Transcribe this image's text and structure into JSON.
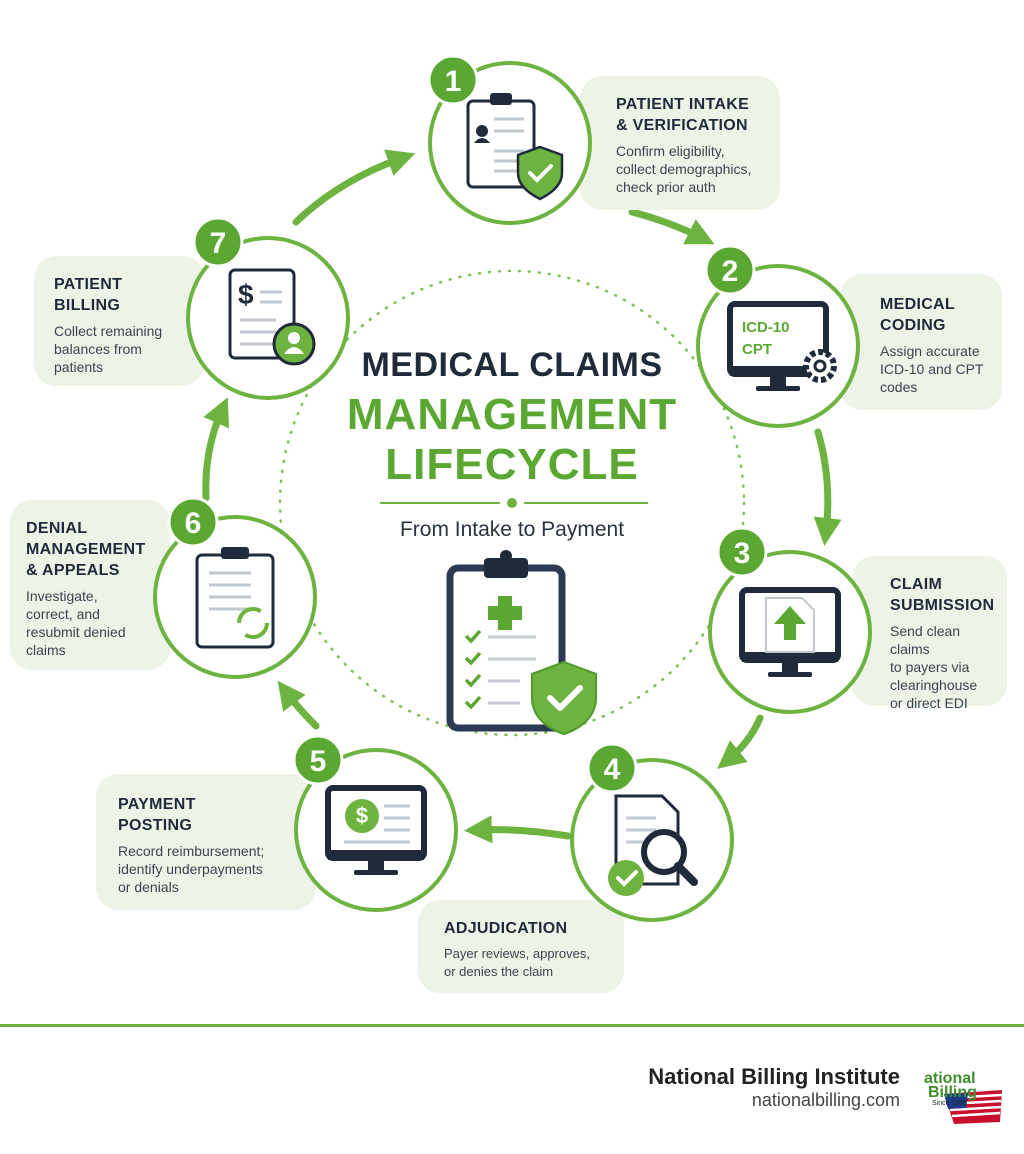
{
  "title": {
    "line1": "MEDICAL CLAIMS",
    "line2": "MANAGEMENT",
    "line3": "LIFECYCLE"
  },
  "subtitle": "From Intake to Payment",
  "steps": [
    {
      "number": "1",
      "title_lines": [
        "PATIENT INTAKE",
        "& VERIFICATION"
      ],
      "desc_lines": [
        "Confirm eligibility,",
        "collect demographics,",
        "check prior auth"
      ],
      "icon": "clipboard-shield-icon"
    },
    {
      "number": "2",
      "title_lines": [
        "MEDICAL",
        "CODING"
      ],
      "desc_lines": [
        "Assign accurate",
        "ICD-10 and CPT",
        "codes"
      ],
      "icon": "monitor-gear-icon",
      "screen_lines": [
        "ICD-10",
        "CPT"
      ]
    },
    {
      "number": "3",
      "title_lines": [
        "CLAIM",
        "SUBMISSION"
      ],
      "desc_lines": [
        "Send clean claims",
        "to payers via",
        "clearinghouse",
        "or direct EDI"
      ],
      "icon": "monitor-upload-icon"
    },
    {
      "number": "4",
      "title_lines": [
        "ADJUDICATION"
      ],
      "desc_lines": [
        "Payer reviews, approves,",
        "or denies the claim"
      ],
      "icon": "document-magnifier-icon"
    },
    {
      "number": "5",
      "title_lines": [
        "PAYMENT",
        "POSTING"
      ],
      "desc_lines": [
        "Record reimbursement;",
        "identify underpayments",
        "or denials"
      ],
      "icon": "monitor-dollar-icon"
    },
    {
      "number": "6",
      "title_lines": [
        "DENIAL",
        "MANAGEMENT",
        "& APPEALS"
      ],
      "desc_lines": [
        "Investigate,",
        "correct, and",
        "resubmit denied",
        "claims"
      ],
      "icon": "clipboard-refresh-icon"
    },
    {
      "number": "7",
      "title_lines": [
        "PATIENT",
        "BILLING"
      ],
      "desc_lines": [
        "Collect remaining",
        "balances from",
        "patients"
      ],
      "icon": "invoice-patient-icon"
    }
  ],
  "footer": {
    "name": "National Billing Institute",
    "url": "nationalbilling.com",
    "logo_lines": [
      "ational",
      "Billing",
      "Since 1995"
    ]
  },
  "colors": {
    "green": "#6cb33f",
    "dark_green": "#4f9a2a",
    "navy": "#1f2a3a",
    "panel": "#eef3e8"
  }
}
